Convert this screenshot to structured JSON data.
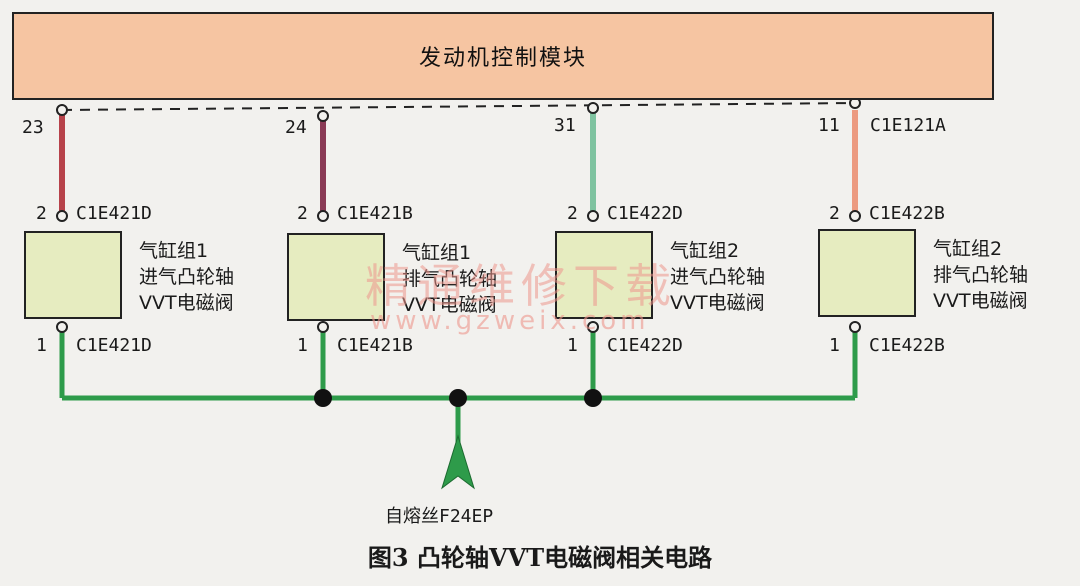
{
  "ecm": {
    "label": "发动机控制模块"
  },
  "ecm_connector": "C1E121A",
  "valves": [
    {
      "name_line1": "气缸组1",
      "name_line2": "进气凸轮轴",
      "name_line3": "VVT电磁阀",
      "ecm_pin": "23",
      "top_pin": "2",
      "top_conn": "C1E421D",
      "bottom_pin": "1",
      "bottom_conn": "C1E421D",
      "wire_color": "#b7424a"
    },
    {
      "name_line1": "气缸组1",
      "name_line2": "排气凸轮轴",
      "name_line3": "VVT电磁阀",
      "ecm_pin": "24",
      "top_pin": "2",
      "top_conn": "C1E421B",
      "bottom_pin": "1",
      "bottom_conn": "C1E421B",
      "wire_color": "#8a3a55"
    },
    {
      "name_line1": "气缸组2",
      "name_line2": "进气凸轮轴",
      "name_line3": "VVT电磁阀",
      "ecm_pin": "31",
      "top_pin": "2",
      "top_conn": "C1E422D",
      "bottom_pin": "1",
      "bottom_conn": "C1E422D",
      "wire_color": "#7fc3a0"
    },
    {
      "name_line1": "气缸组2",
      "name_line2": "排气凸轮轴",
      "name_line3": "VVT电磁阀",
      "ecm_pin": "11",
      "top_pin": "2",
      "top_conn": "C1E422B",
      "bottom_pin": "1",
      "bottom_conn": "C1E422B",
      "wire_color": "#ec9a80"
    }
  ],
  "ground_color": "#2e9b4a",
  "fuse": {
    "label": "自熔丝F24EP"
  },
  "watermark": {
    "text": "精通维修下载",
    "url": "www.gzweix.com"
  },
  "caption": "图3    凸轮轴VVT电磁阀相关电路"
}
